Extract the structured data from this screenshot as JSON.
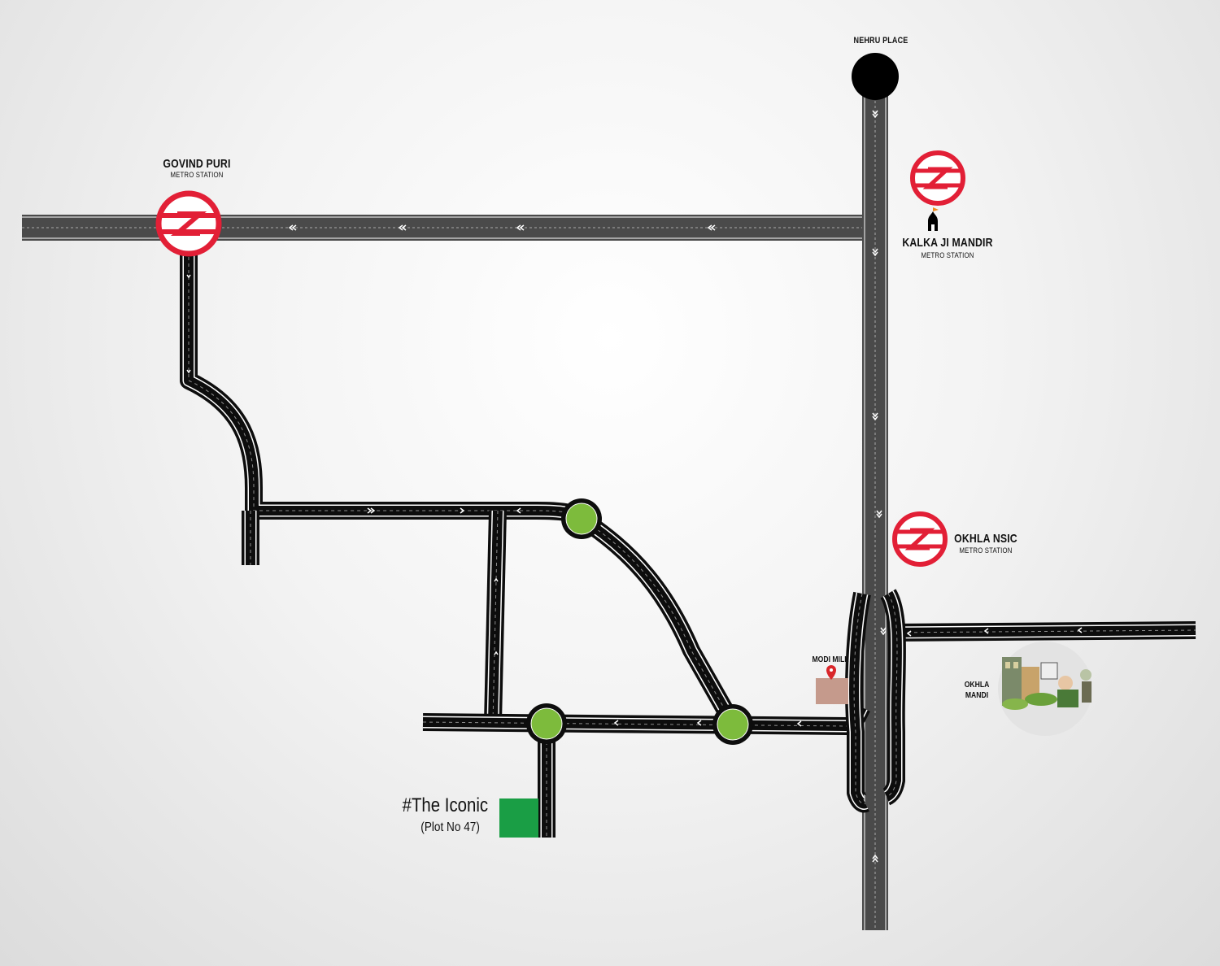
{
  "landmarks": {
    "nehru_place": {
      "name": "NEHRU PLACE"
    },
    "govind_puri": {
      "name": "GOVIND PURI",
      "sub": "METRO STATION"
    },
    "kalka_ji": {
      "name": "KALKA JI MANDIR",
      "sub": "METRO STATION"
    },
    "okhla_nsic": {
      "name": "OKHLA NSIC",
      "sub": "METRO STATION"
    },
    "modi_mill": {
      "name": "MODI MILL"
    },
    "okhla_mandi": {
      "line1": "OKHLA",
      "line2": "MANDI"
    },
    "project": {
      "title": "#The Iconic",
      "subtitle": "(Plot No 47)"
    }
  },
  "colors": {
    "metro_red": "#e21f36",
    "road_black": "#0d0d0d",
    "highway_gray": "#4a4a4a",
    "roundabout_green": "#7dbb3c",
    "project_green": "#1a9e45",
    "modi_mill_brown": "#c59a8c",
    "pin_red": "#d9262a"
  },
  "icons": [
    "metro-logo-icon",
    "temple-icon",
    "location-pin-icon",
    "market-illustration-icon"
  ]
}
